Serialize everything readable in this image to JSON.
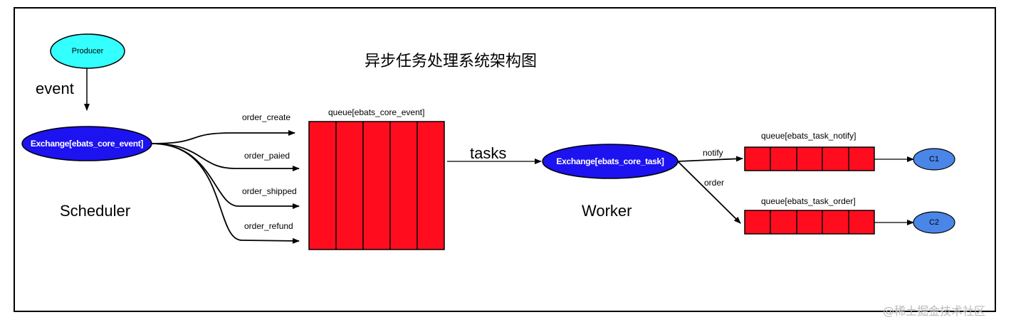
{
  "title": "异步任务处理系统架构图",
  "labels": {
    "event": "event",
    "scheduler": "Scheduler",
    "worker": "Worker",
    "tasks": "tasks"
  },
  "nodes": {
    "producer": "Producer",
    "exchange_core_event": "Exchange[ebats_core_event]",
    "exchange_core_task": "Exchange[ebats_core_task]",
    "c1": "C1",
    "c2": "C2"
  },
  "queues": {
    "core_event": "queue[ebats_core_event]",
    "task_notify": "queue[ebats_task_notify]",
    "task_order": "queue[ebats_task_order]"
  },
  "routes": {
    "order_create": "order_create",
    "order_paied": "order_paied",
    "order_shipped": "order_shipped",
    "order_refund": "order_refund",
    "notify": "notify",
    "order": "order"
  },
  "colors": {
    "producer_fill": "#33ffff",
    "exchange_fill": "#1d12f0",
    "queue_fill": "#ff0d1f",
    "consumer_fill": "#4a86e8"
  },
  "watermark": "@稀土掘金技术社区"
}
